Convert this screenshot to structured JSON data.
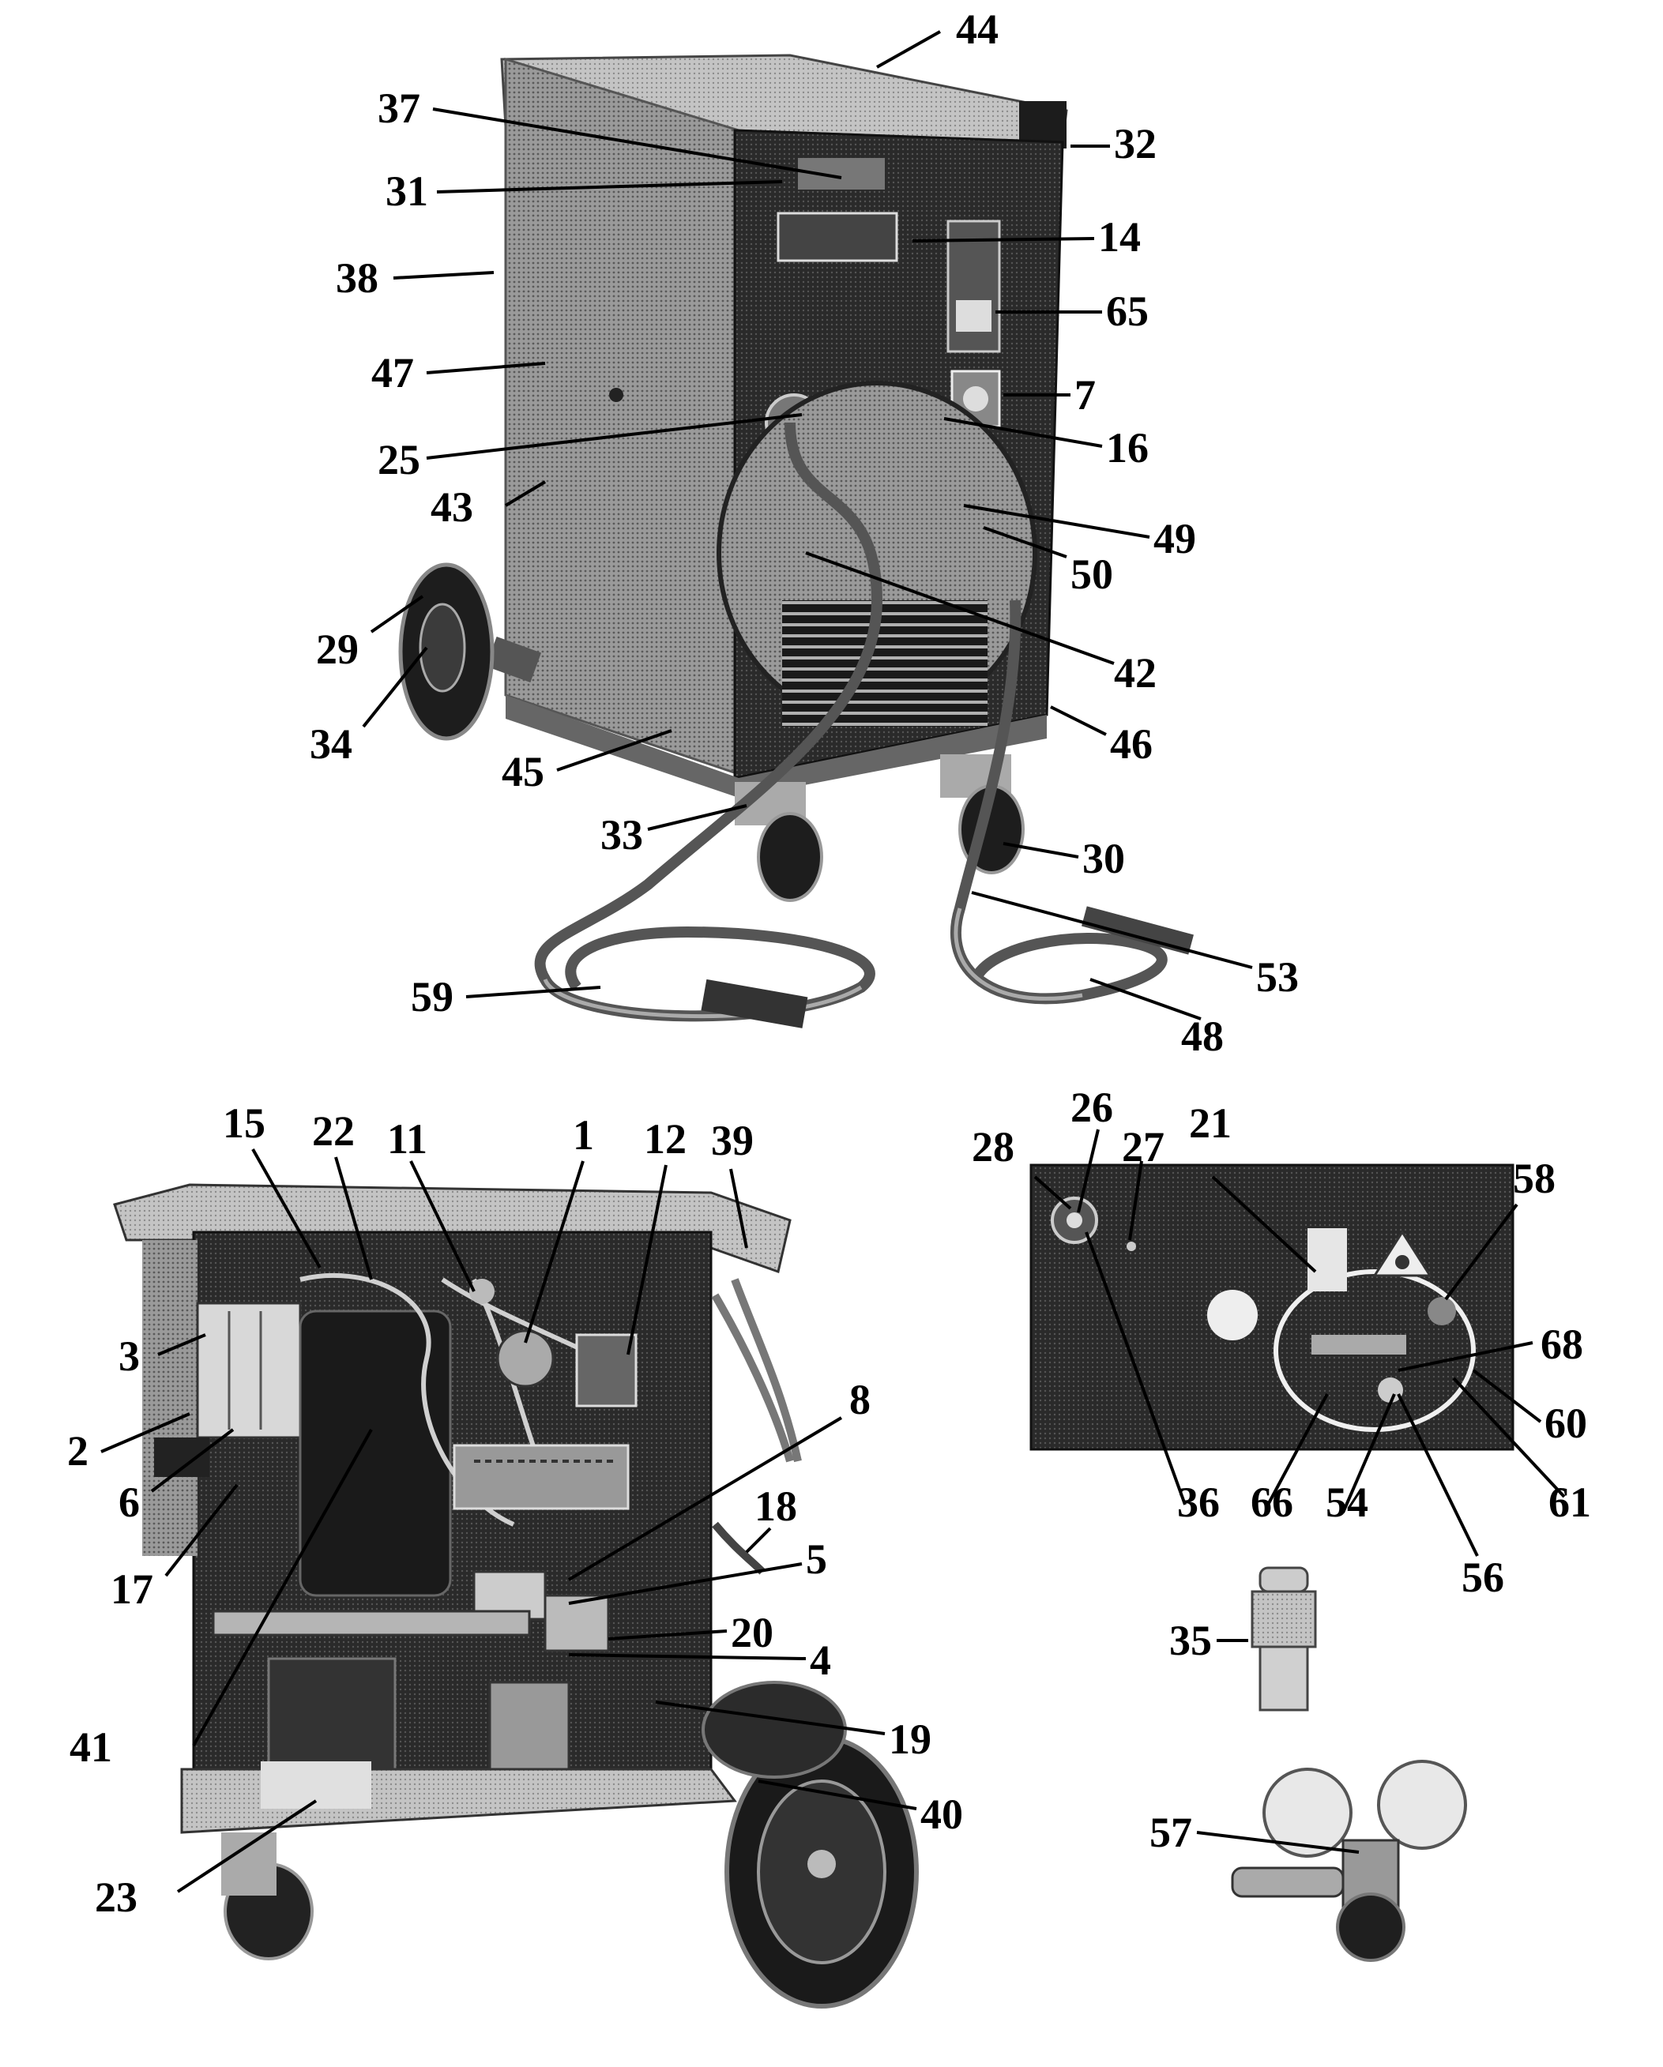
{
  "labels": {
    "l1": "1",
    "l2": "2",
    "l3": "3",
    "l4": "4",
    "l5": "5",
    "l6": "6",
    "l7": "7",
    "l8": "8",
    "l11": "11",
    "l12": "12",
    "l14": "14",
    "l15": "15",
    "l16": "16",
    "l17": "17",
    "l18": "18",
    "l19": "19",
    "l20": "20",
    "l21": "21",
    "l22": "22",
    "l23": "23",
    "l25": "25",
    "l26": "26",
    "l27": "27",
    "l28": "28",
    "l29": "29",
    "l30": "30",
    "l31": "31",
    "l32": "32",
    "l33": "33",
    "l34": "34",
    "l35": "35",
    "l36": "36",
    "l37": "37",
    "l38": "38",
    "l39": "39",
    "l40": "40",
    "l41": "41",
    "l42": "42",
    "l43": "43",
    "l44": "44",
    "l45": "45",
    "l46": "46",
    "l47": "47",
    "l48": "48",
    "l49": "49",
    "l50": "50",
    "l53": "53",
    "l54": "54",
    "l56": "56",
    "l57": "57",
    "l58": "58",
    "l59": "59",
    "l60": "60",
    "l61": "61",
    "l65": "65",
    "l66": "66",
    "l68": "68"
  }
}
